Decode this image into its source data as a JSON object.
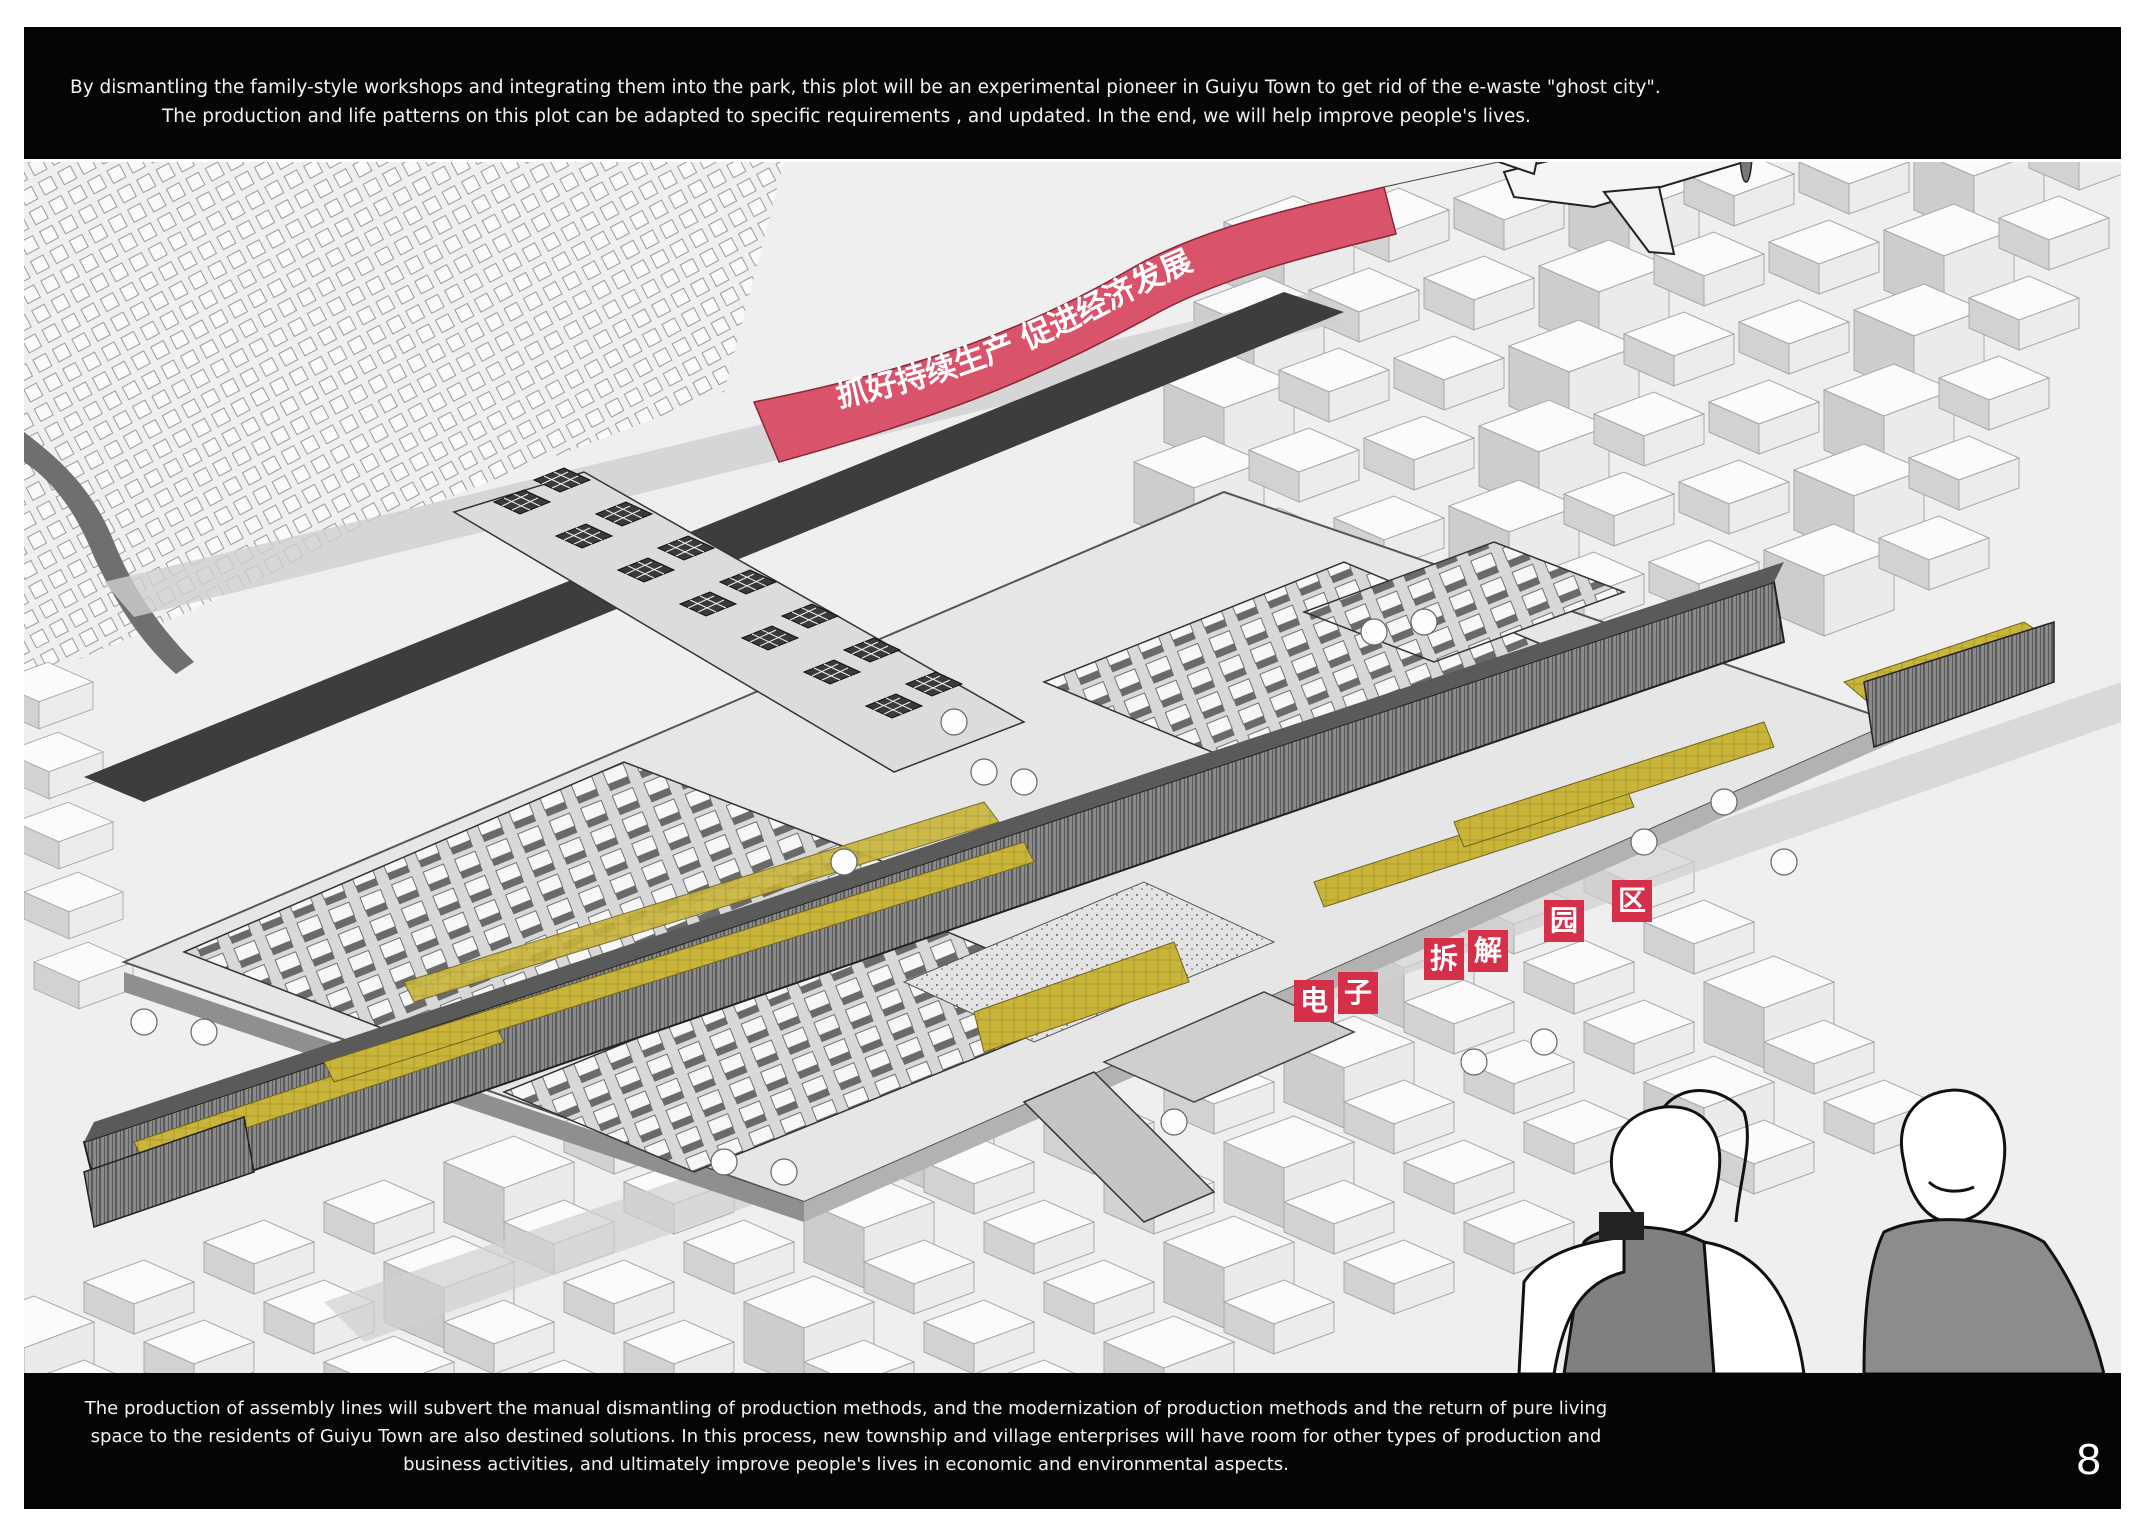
{
  "header": {
    "line1": "By dismantling the family-style workshops and integrating them into the park, this plot will be an experimental pioneer in Guiyu Town to get rid of the e-waste \"ghost city\".",
    "line2": "The production and life patterns on this plot can be adapted to specific requirements , and updated. In the end, we will help improve people's lives."
  },
  "banner": {
    "slogan": "抓好持续生产 促进经济发展"
  },
  "signs": {
    "char_1": "电",
    "char_2": "子",
    "char_3": "拆",
    "char_4": "解",
    "char_5": "园",
    "char_6": "区"
  },
  "footer": {
    "text": "The production of assembly lines will subvert the manual dismantling of production methods, and the modernization of production methods and the return of pure living space to the residents of Guiyu Town are also destined solutions. In this process, new township and village enterprises will have room for other types of production and business activities, and ultimately improve people's lives in economic and environmental aspects.",
    "page_number": "8"
  },
  "colors": {
    "band": "#050505",
    "banner": "#d9536b",
    "roof_yellow": "#c9b53a",
    "sign_red": "#d62f4a",
    "block_light": "#f6f6f6",
    "block_shade": "#cfcfcf",
    "river": "#6f6f6f"
  },
  "icons": {
    "airplane": "airplane-icon",
    "tree": "tree-icon"
  }
}
